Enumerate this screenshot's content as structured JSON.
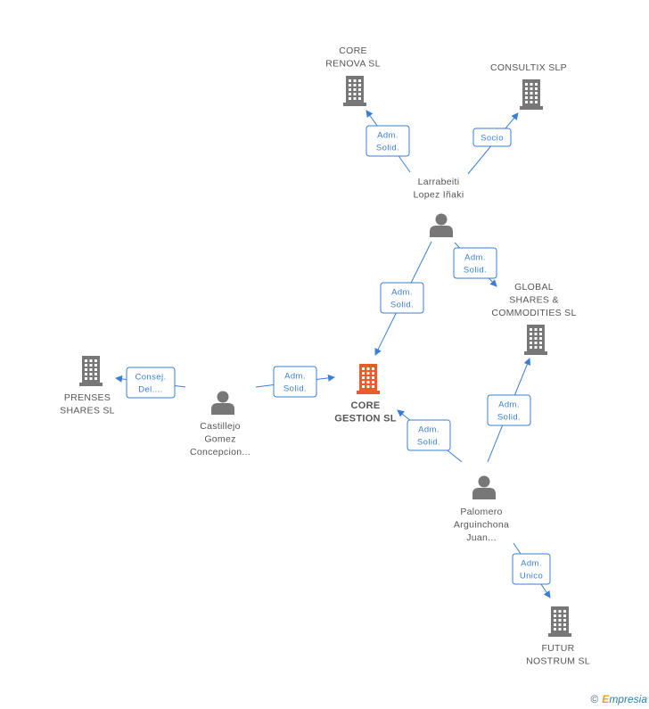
{
  "colors": {
    "edge": "#3a7fd5",
    "node": "#777777",
    "center": "#f05a28"
  },
  "nodes": [
    {
      "id": "core_renova",
      "type": "company",
      "lines": [
        "CORE",
        "RENOVA SL"
      ]
    },
    {
      "id": "consultix",
      "type": "company",
      "lines": [
        "CONSULTIX SLP"
      ]
    },
    {
      "id": "larrabeiti",
      "type": "person",
      "lines": [
        "Larrabeiti",
        "Lopez Iñaki"
      ]
    },
    {
      "id": "global_shares",
      "type": "company",
      "lines": [
        "GLOBAL",
        "SHARES &",
        "COMMODITIES SL"
      ]
    },
    {
      "id": "prenses",
      "type": "company",
      "lines": [
        "PRENSES",
        "SHARES  SL"
      ]
    },
    {
      "id": "castillejo",
      "type": "person",
      "lines": [
        "Castillejo",
        "Gomez",
        "Concepcion..."
      ]
    },
    {
      "id": "core_gestion",
      "type": "company",
      "center": true,
      "lines": [
        "CORE",
        "GESTION SL"
      ]
    },
    {
      "id": "palomero",
      "type": "person",
      "lines": [
        "Palomero",
        "Arguinchona",
        "Juan..."
      ]
    },
    {
      "id": "futur",
      "type": "company",
      "lines": [
        "FUTUR",
        "NOSTRUM SL"
      ]
    }
  ],
  "edges": [
    {
      "id": "larrabeiti-core_renova",
      "lines": [
        "Adm.",
        "Solid."
      ]
    },
    {
      "id": "larrabeiti-consultix",
      "lines": [
        "Socio"
      ]
    },
    {
      "id": "larrabeiti-global_shares",
      "lines": [
        "Adm.",
        "Solid."
      ]
    },
    {
      "id": "larrabeiti-core_gestion",
      "lines": [
        "Adm.",
        "Solid."
      ]
    },
    {
      "id": "castillejo-prenses",
      "lines": [
        "Consej.",
        "Del...."
      ]
    },
    {
      "id": "castillejo-core_gestion",
      "lines": [
        "Adm.",
        "Solid."
      ]
    },
    {
      "id": "palomero-core_gestion",
      "lines": [
        "Adm.",
        "Solid."
      ]
    },
    {
      "id": "palomero-global_shares",
      "lines": [
        "Adm.",
        "Solid."
      ]
    },
    {
      "id": "palomero-futur",
      "lines": [
        "Adm.",
        "Unico"
      ]
    }
  ],
  "footer": {
    "copyright": "©",
    "brand_initial": "E",
    "brand_rest": "mpresia"
  }
}
